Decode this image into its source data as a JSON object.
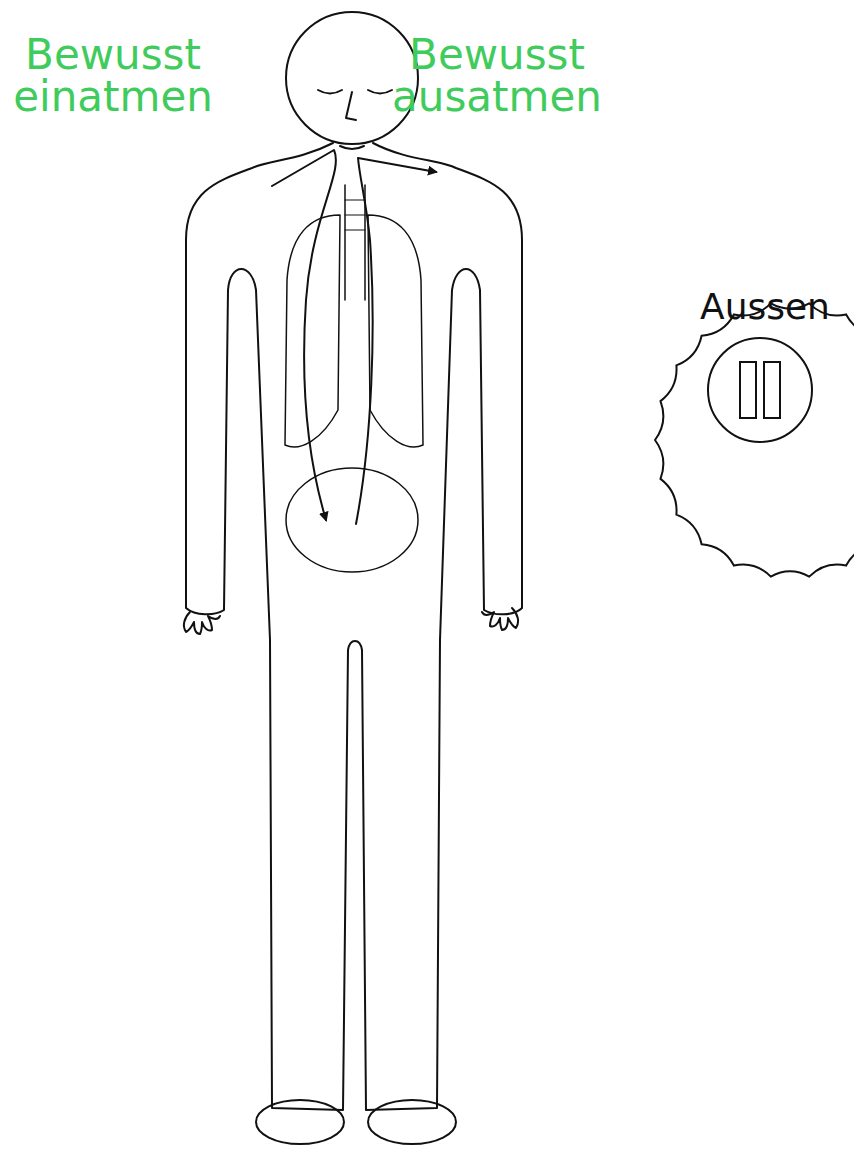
{
  "diagram": {
    "nodes": [
      {
        "text": [
          "Aussen"
        ]
      }
    ],
    "labels": [
      "Bewusst einatmen",
      "Bewusst ausatmen"
    ]
  }
}
